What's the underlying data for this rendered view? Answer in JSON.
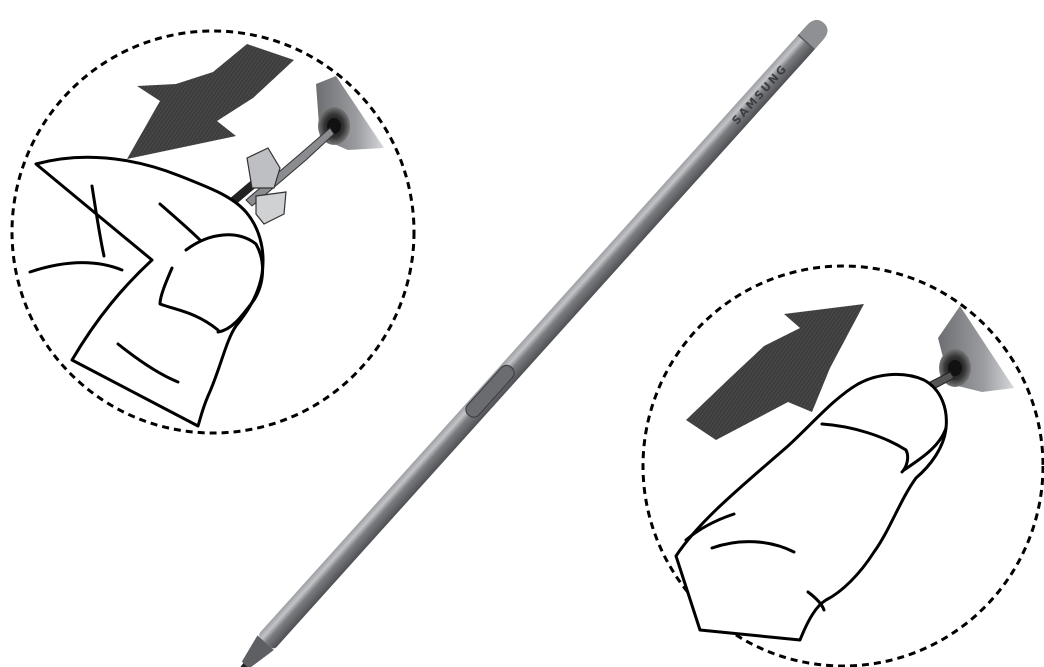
{
  "pen": {
    "brand": "SAMSUNG",
    "body_color": "#76787c",
    "highlight_color": "#b9bbbe",
    "shadow_color": "#4a4c50"
  },
  "callouts": {
    "remove_nib": {
      "direction": "pull-out",
      "tool": "tweezers",
      "arrow_color": "#3a3a3a"
    },
    "insert_nib": {
      "direction": "push-in",
      "arrow_color": "#3a3a3a"
    }
  }
}
